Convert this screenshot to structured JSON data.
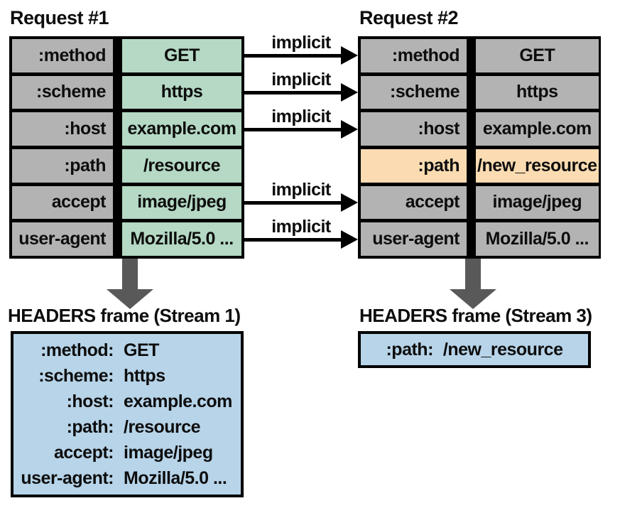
{
  "colors": {
    "gray": "#b3b3b3",
    "green": "#b5d9c4",
    "orange": "#fbdcb2",
    "blue": "#b7d4e9",
    "arrow-gray": "#595959",
    "line": "#000000"
  },
  "left": {
    "title": "Request #1",
    "rows": [
      {
        "name": ":method",
        "value": "GET"
      },
      {
        "name": ":scheme",
        "value": "https"
      },
      {
        "name": ":host",
        "value": "example.com"
      },
      {
        "name": ":path",
        "value": "/resource"
      },
      {
        "name": "accept",
        "value": "image/jpeg"
      },
      {
        "name": "user-agent",
        "value": "Mozilla/5.0 ..."
      }
    ],
    "frame_title": "HEADERS frame (Stream 1)",
    "frame_lines": [
      {
        "key": ":method:",
        "value": "GET"
      },
      {
        "key": ":scheme:",
        "value": "https"
      },
      {
        "key": ":host:",
        "value": "example.com"
      },
      {
        "key": ":path:",
        "value": "/resource"
      },
      {
        "key": "accept:",
        "value": "image/jpeg"
      },
      {
        "key": "user-agent:",
        "value": "Mozilla/5.0 ..."
      }
    ]
  },
  "right": {
    "title": "Request #2",
    "rows": [
      {
        "name": ":method",
        "value": "GET"
      },
      {
        "name": ":scheme",
        "value": "https"
      },
      {
        "name": ":host",
        "value": "example.com"
      },
      {
        "name": ":path",
        "value": "/new_resource",
        "highlighted": true
      },
      {
        "name": "accept",
        "value": "image/jpeg"
      },
      {
        "name": "user-agent",
        "value": "Mozilla/5.0 ..."
      }
    ],
    "frame_title": "HEADERS frame (Stream 3)",
    "frame_lines": [
      {
        "key": ":path:",
        "value": "/new_resource"
      }
    ]
  },
  "arrows": {
    "label": "implicit"
  }
}
